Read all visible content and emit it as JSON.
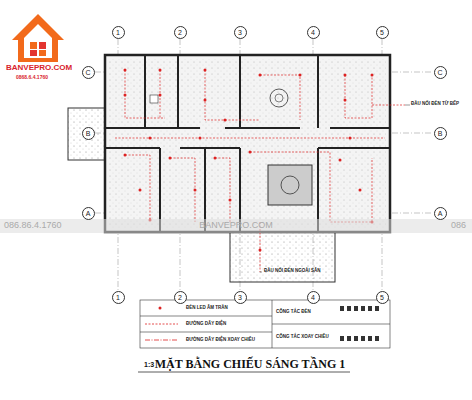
{
  "diagram": {
    "title": "MẶT BẰNG CHIẾU SÁNG TẦNG 1",
    "nodes": [
      {
        "text": [
          "1"
        ]
      },
      {
        "text": [
          "2"
        ]
      },
      {
        "text": [
          "3"
        ]
      },
      {
        "text": [
          "4"
        ]
      },
      {
        "text": [
          "5"
        ]
      },
      {
        "text": [
          "1"
        ]
      },
      {
        "text": [
          "2"
        ]
      },
      {
        "text": [
          "3"
        ]
      },
      {
        "text": [
          "4"
        ]
      },
      {
        "text": [
          "5"
        ]
      },
      {
        "text": [
          "C"
        ]
      },
      {
        "text": [
          "B"
        ]
      },
      {
        "text": [
          "A"
        ]
      },
      {
        "text": [
          "C"
        ]
      },
      {
        "text": [
          "B"
        ]
      },
      {
        "text": [
          "A"
        ]
      }
    ],
    "labels": [
      "BANVEPRO.COM",
      "0868.6.4.1760",
      "ĐẦU NỐI ĐÈN TỪ BẾP",
      "ĐẦU NỐI ĐÈN NGOÀI SÂN",
      "1:3",
      "086.86.4.1760",
      "BANVEPRO.COM",
      "086"
    ],
    "legend": [
      {
        "text": "ĐÈN LED ÂM TRẦN"
      },
      {
        "text": "ĐƯỜNG DÂY ĐIỆN"
      },
      {
        "text": "ĐƯỜNG DÂY ĐIỆN XOAY CHIỀU"
      },
      {
        "text": "CÔNG TẮC ĐÈN"
      },
      {
        "text": "CÔNG TẮC XOAY CHIỀU"
      }
    ]
  }
}
